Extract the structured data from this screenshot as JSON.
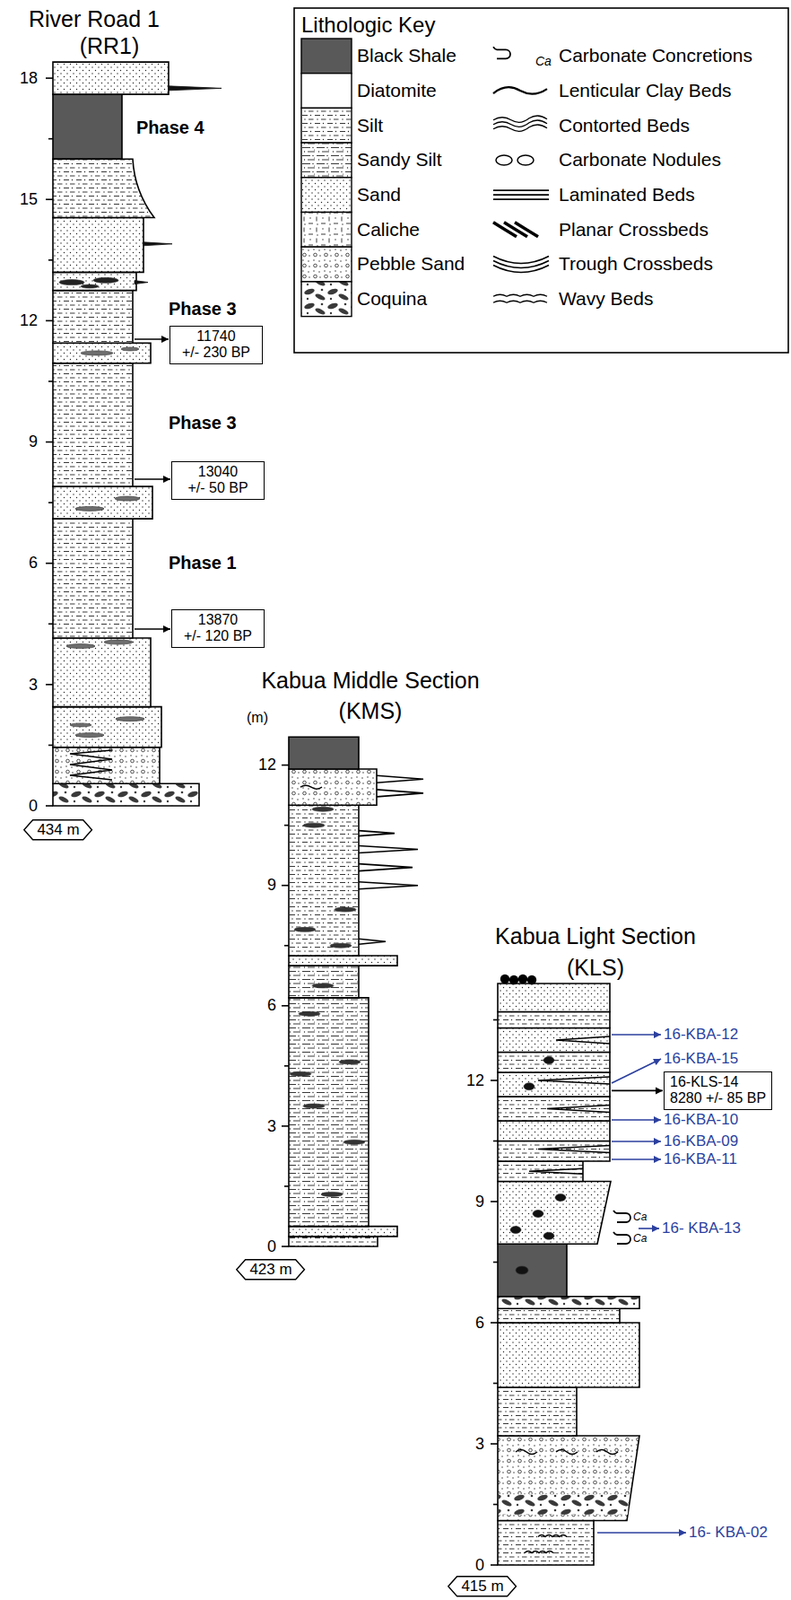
{
  "diagram": {
    "nodes": [
      {
        "text": [
          "11740",
          "+/- 230 BP"
        ]
      },
      {
        "text": [
          "13040",
          "+/- 50 BP"
        ]
      },
      {
        "text": [
          "13870",
          "+/- 120 BP"
        ]
      },
      {
        "text": [
          "434 m"
        ]
      },
      {
        "text": [
          "423 m"
        ]
      },
      {
        "text": [
          "16-KLS-14",
          "8280 +/- 85 BP"
        ]
      },
      {
        "text": [
          "415 m"
        ]
      }
    ],
    "labels": [
      "River Road 1",
      "(RR1)",
      "Lithologic Key",
      "Ca",
      "18",
      "15",
      "12",
      "9",
      "6",
      "3",
      "0",
      "Phase 4",
      "Phase 3",
      "Phase 3",
      "Phase 1",
      "Kabua Middle Section",
      "(KMS)",
      "(m)",
      "12",
      "9",
      "6",
      "3",
      "0",
      "Kabua Light Section",
      "(KLS)",
      "16-KBA-12",
      "16-KBA-15",
      "16-KBA-10",
      "16-KBA-09",
      "16-KBA-11",
      "Ca",
      "Ca",
      "16- KBA-13",
      "12",
      "9",
      "6",
      "3",
      "0",
      "16- KBA-02"
    ],
    "legend": [
      {
        "text": "Black Shale",
        "color": "#595959"
      },
      {
        "text": "Diatomite",
        "color": "#ffffff"
      },
      {
        "text": "Silt"
      },
      {
        "text": "Sandy Silt"
      },
      {
        "text": "Sand"
      },
      {
        "text": "Caliche"
      },
      {
        "text": "Pebble Sand"
      },
      {
        "text": "Coquina"
      },
      {
        "text": "Carbonate Concretions"
      },
      {
        "text": "Lenticular Clay Beds"
      },
      {
        "text": "Contorted Beds"
      },
      {
        "text": "Carbonate Nodules"
      },
      {
        "text": "Laminated Beds"
      },
      {
        "text": "Planar Crossbeds"
      },
      {
        "text": "Trough Crossbeds"
      },
      {
        "text": "Wavy Beds"
      }
    ]
  }
}
